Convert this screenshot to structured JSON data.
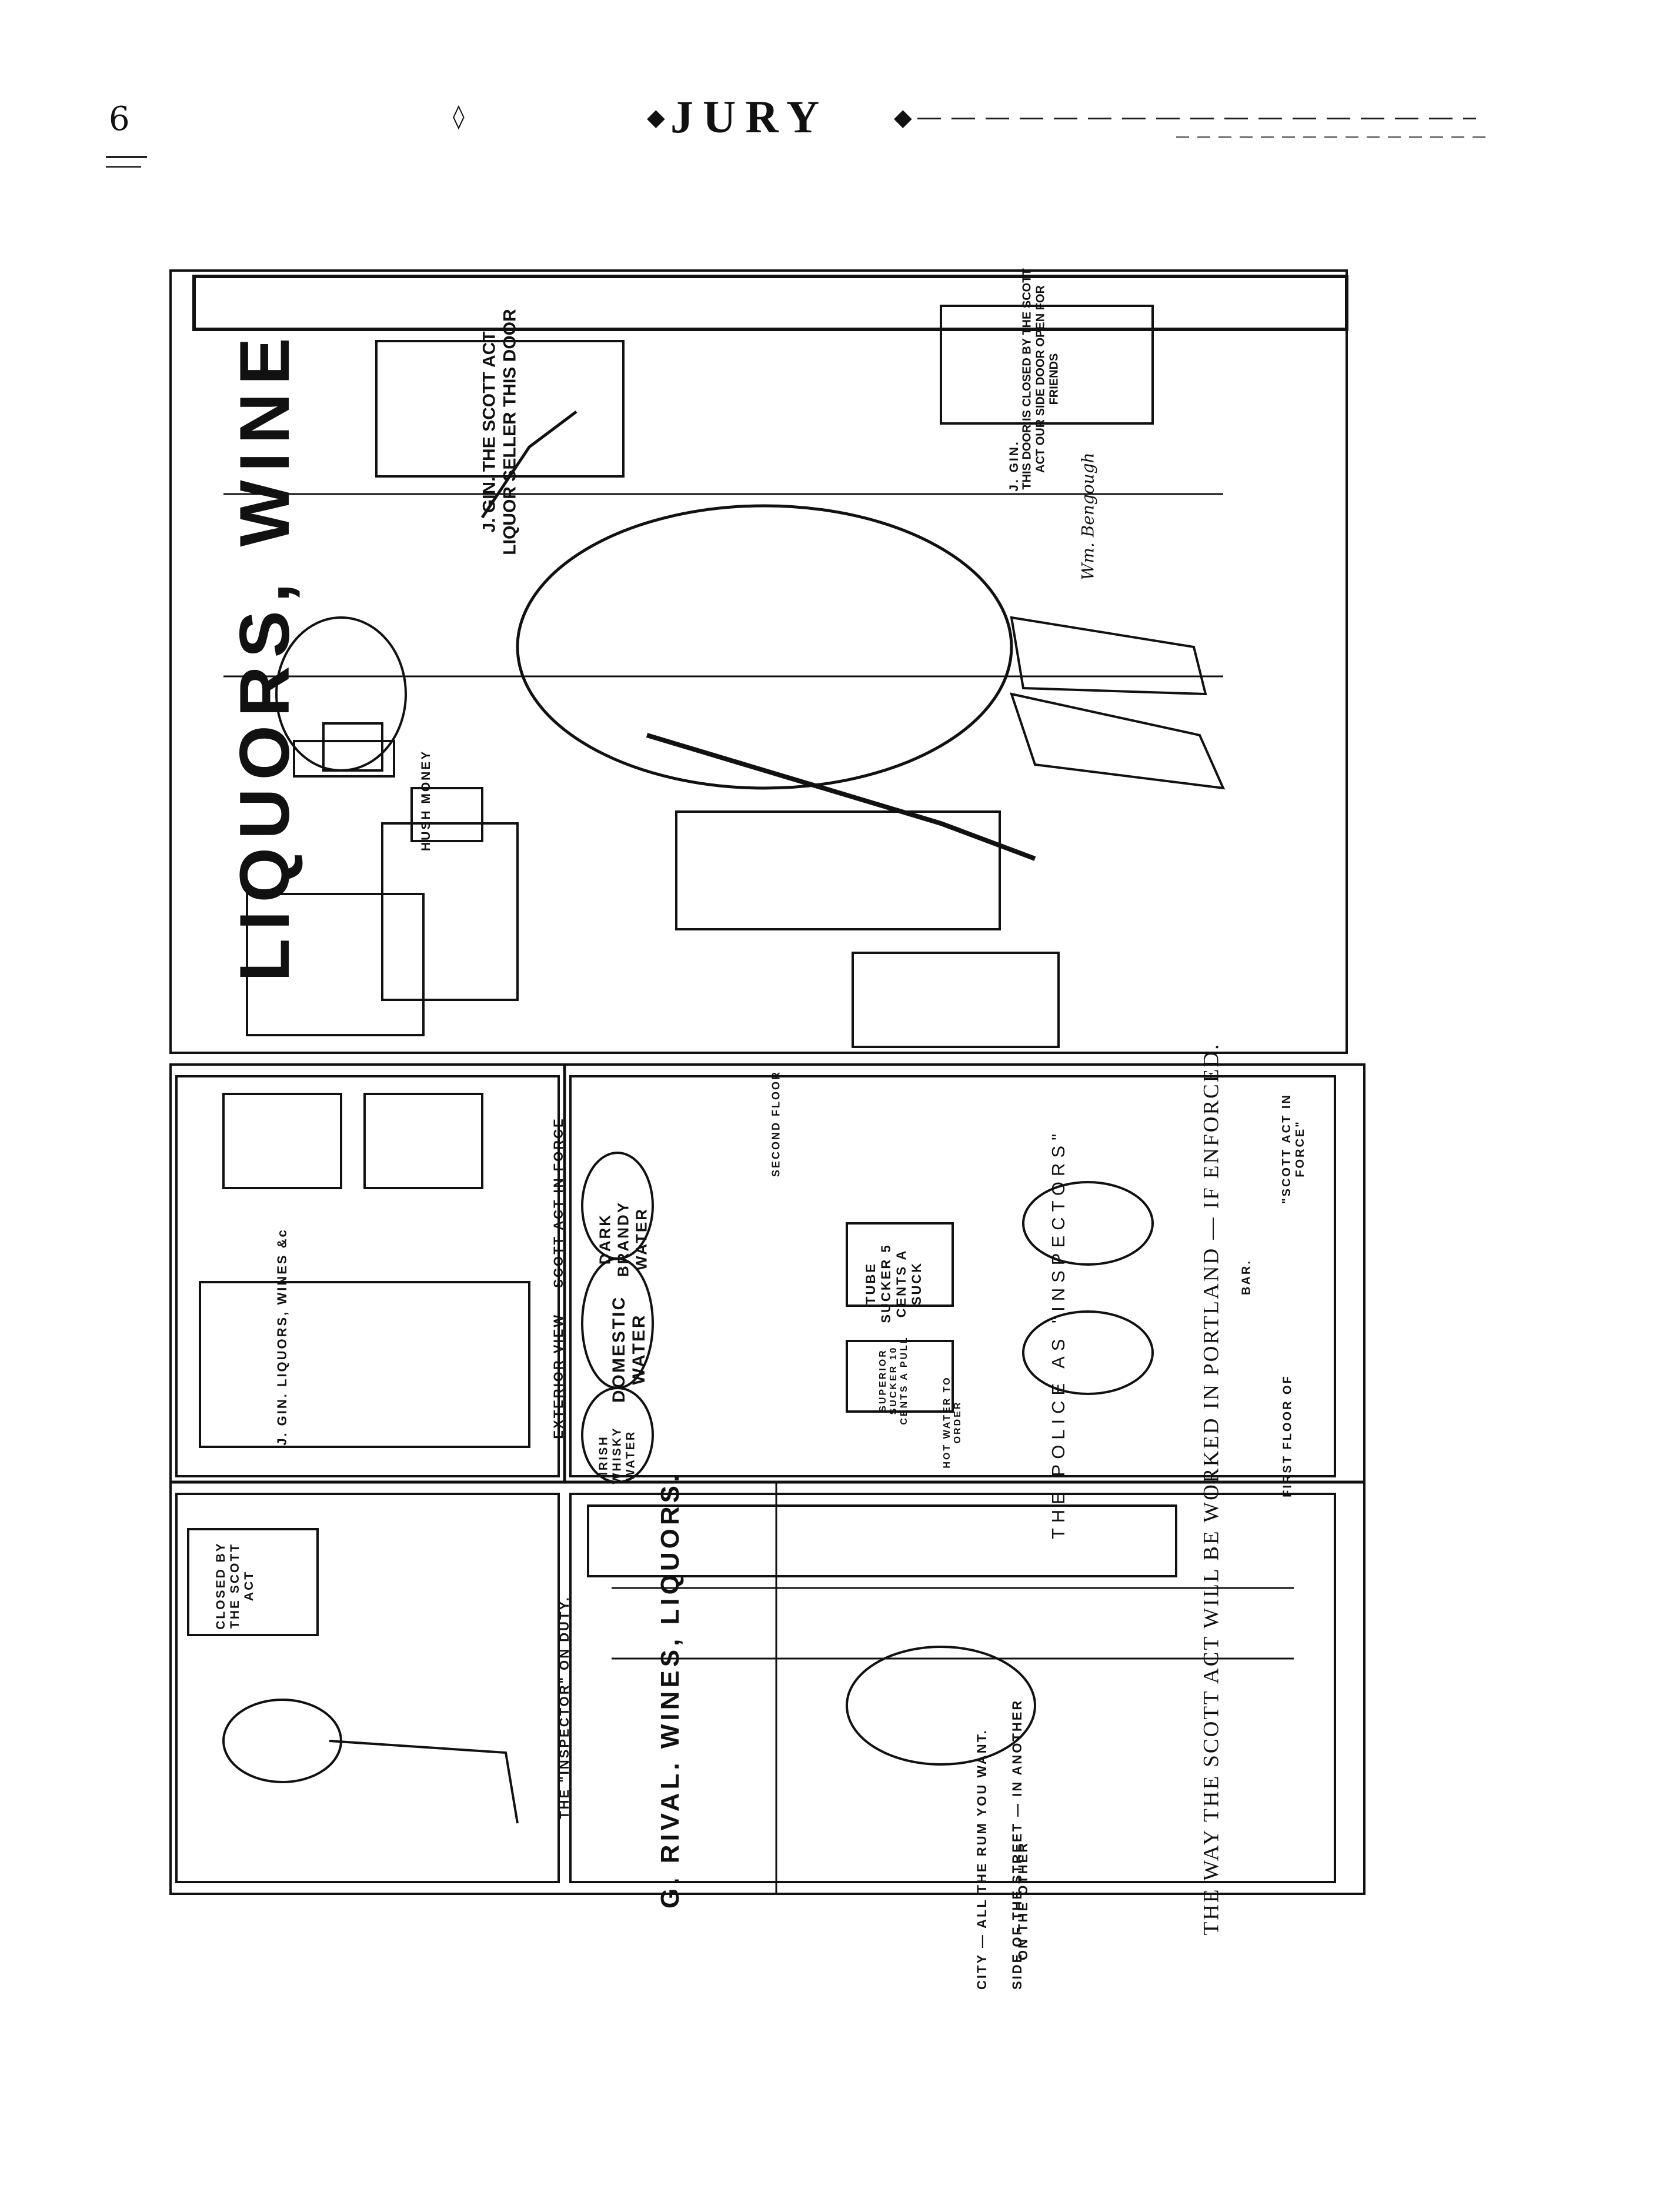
{
  "header": {
    "page_number": "6",
    "masthead": "JURY"
  },
  "main_panel": {
    "store_sign": "LIQUORS, WINE",
    "sign_owner": "J. GIN. THE SCOTT ACT LIQUOR SELLER THIS DOOR",
    "hush_money": "HUSH MONEY",
    "door_notice": "THIS DOOR IS CLOSED BY THE SCOTT ACT OUR SIDE DOOR OPEN FOR FRIENDS",
    "door_sign_owner": "J. GIN.",
    "signature": "Wm. Bengough",
    "caption": "THE POLICE AS \"INSPECTORS\""
  },
  "panel_inspector": {
    "sign": "CLOSED BY THE SCOTT ACT",
    "caption": "THE \"INSPECTOR\" ON DUTY."
  },
  "panel_exterior": {
    "store_sign": "J. GIN. LIQUORS, WINES &c",
    "caption": "EXTERIOR VIEW — SCOTT ACT IN FORCE"
  },
  "panel_rival": {
    "store_sign": "G. RIVAL. WINES, LIQUORS.",
    "caption_line1": "ON THE OTHER",
    "caption_line2": "SIDE OF THE STREET — IN ANOTHER",
    "caption_line3": "CITY — ALL THE RUM YOU WANT."
  },
  "panel_interior": {
    "barrel_1": "DOMESTIC WATER",
    "barrel_2": "DARK BRANDY WATER",
    "barrel_3": "IRISH WHISKY WATER",
    "sign_tube": "TUBE SUCKER 5 CENTS A SUCK",
    "sign_sucker": "SUPERIOR SUCKER 10 CENTS A PULL",
    "sign_hotel": "HOT WATER TO ORDER",
    "sign_second_floor": "SECOND FLOOR",
    "caption_first": "FIRST FLOOR OF",
    "caption_bar": "BAR.",
    "caption_scott": "\"SCOTT ACT IN FORCE\""
  },
  "title": "THE WAY THE SCOTT ACT WILL BE WORKED IN PORTLAND — IF ENFORCED."
}
